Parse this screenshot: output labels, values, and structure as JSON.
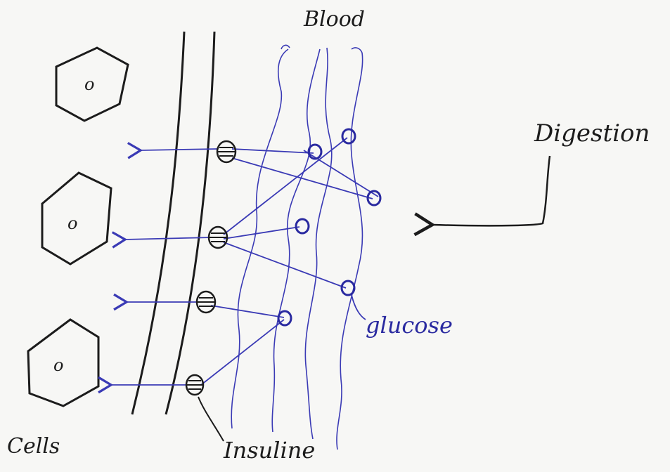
{
  "labels": {
    "blood": "Blood",
    "digestion": "Digestion",
    "glucose": "glucose",
    "cells": "Cells",
    "insuline": "Insuline"
  },
  "cell_nucleus_glyph": "o",
  "colors": {
    "ink": "#1c1c1c",
    "blue_ink": "#3a3ab5",
    "paper": "#f7f7f5"
  }
}
